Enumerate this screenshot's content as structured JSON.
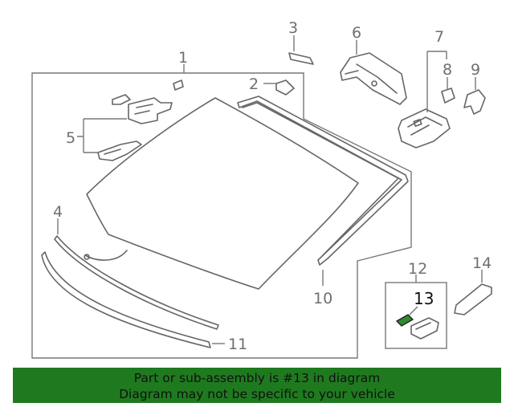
{
  "diagram": {
    "callouts": [
      "1",
      "2",
      "3",
      "4",
      "5",
      "6",
      "7",
      "8",
      "9",
      "10",
      "11",
      "12",
      "13",
      "14"
    ],
    "highlighted_part": "13",
    "highlight_color": "#2e8b2e"
  },
  "banner": {
    "line1": "Part or sub-assembly is #13 in diagram",
    "line2": "Diagram may not be specific to your vehicle",
    "background": "#1f7a1f"
  }
}
